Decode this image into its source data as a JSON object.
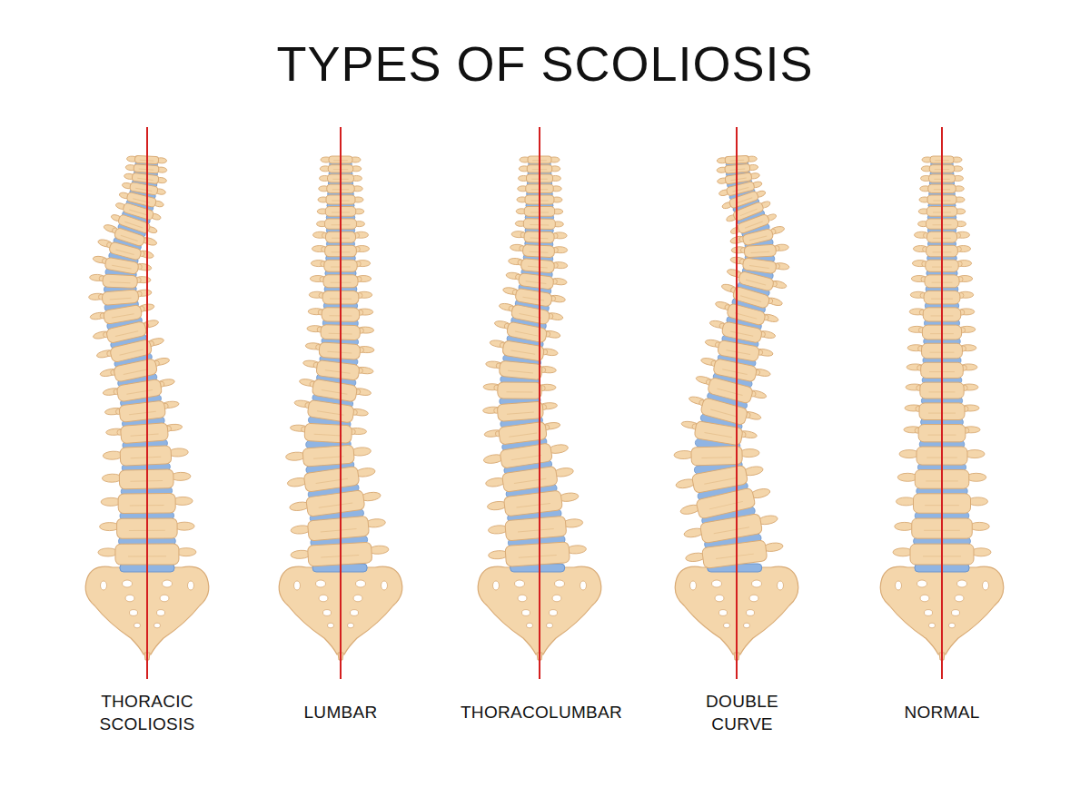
{
  "diagram": {
    "title": "TYPES OF SCOLIOSIS",
    "labels": [
      "THORACIC SCOLIOSIS",
      "LUMBAR",
      "THORACOLUMBAR",
      "DOUBLE CURVE",
      "NORMAL"
    ]
  }
}
